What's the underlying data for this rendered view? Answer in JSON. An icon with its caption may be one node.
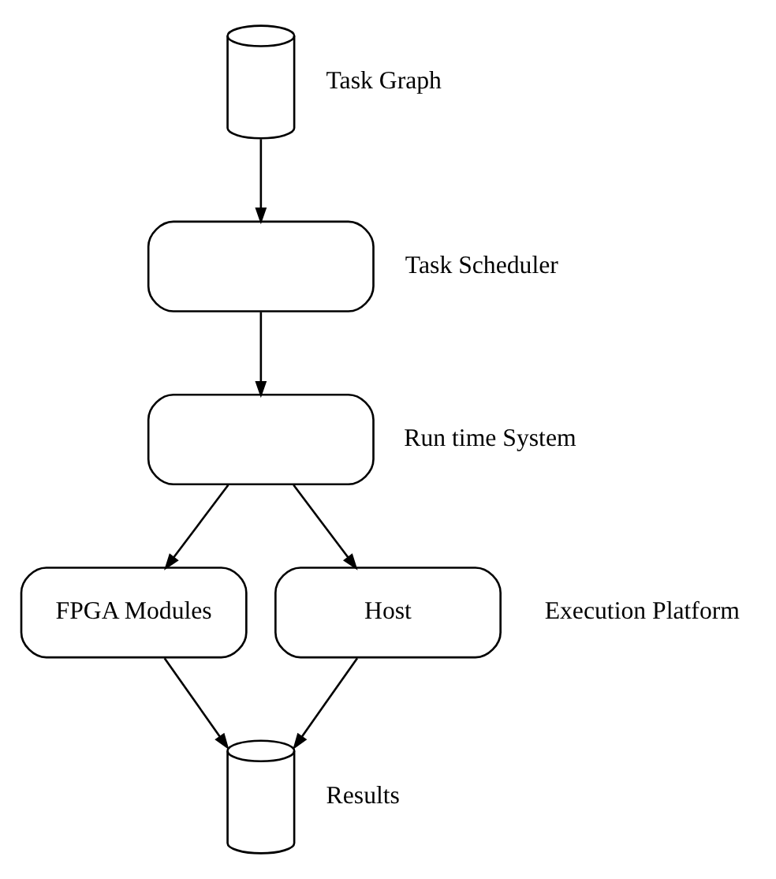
{
  "diagram": {
    "nodes": [
      {
        "text": [],
        "shape": "cylinder",
        "beside": [
          "Task Graph"
        ]
      },
      {
        "text": [],
        "shape": "box",
        "beside": [
          "Task Scheduler"
        ]
      },
      {
        "text": [],
        "shape": "box",
        "beside": [
          "Run time System"
        ]
      },
      {
        "text": [
          "FPGA Modules"
        ]
      },
      {
        "text": [
          "Host"
        ]
      },
      {
        "text": [],
        "shape": "cylinder",
        "beside": [
          "Results"
        ]
      }
    ],
    "edges": [
      {
        "from": 0,
        "to": 1,
        "arrow": "to"
      },
      {
        "from": 1,
        "to": 2,
        "arrow": "to"
      },
      {
        "from": 2,
        "to": 3,
        "arrow": "to"
      },
      {
        "from": 2,
        "to": 4,
        "arrow": "to"
      },
      {
        "from": 3,
        "to": 5,
        "arrow": "to"
      },
      {
        "from": 4,
        "to": 5,
        "arrow": "to"
      }
    ],
    "labels": [
      "Execution Platform"
    ]
  }
}
